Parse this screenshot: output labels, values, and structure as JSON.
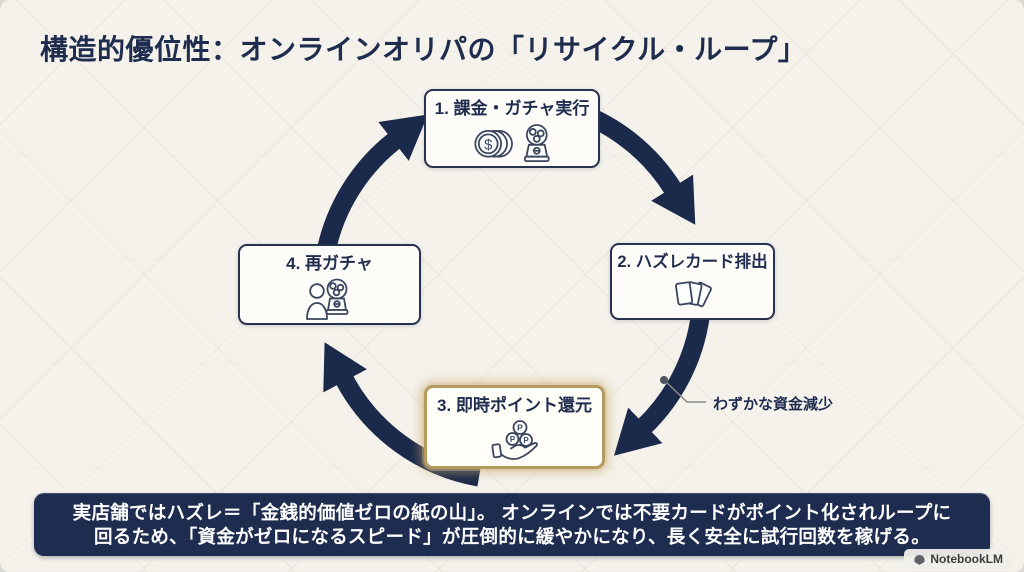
{
  "title": "構造的優位性：オンラインオリパの「リサイクル・ループ」",
  "cycle": {
    "direction": "clockwise",
    "steps": [
      {
        "label": "1. 課金・ガチャ実行",
        "icon": "coins-and-gacha-machine-icon",
        "highlighted": false
      },
      {
        "label": "2. ハズレカード排出",
        "icon": "trading-cards-icon",
        "highlighted": false
      },
      {
        "label": "3. 即時ポイント還元",
        "icon": "hand-with-point-coins-icon",
        "highlighted": true
      },
      {
        "label": "4. 再ガチャ",
        "icon": "person-with-gacha-machine-icon",
        "highlighted": false
      }
    ],
    "annotation": {
      "text": "わずかな資金減少",
      "attached_to": "arc-step2-to-step3"
    }
  },
  "banner": {
    "lines": [
      "実店舗ではハズレ＝「金銭的価値ゼロの紙の山」。 オンラインでは不要カードがポイント化されループに",
      "回るため、「資金がゼロになるスピード」が圧倒的に緩やかになり、長く安全に試行回数を稼げる。"
    ]
  },
  "watermark": {
    "label": "NotebookLM",
    "icon": "notebooklm-logo-icon"
  },
  "colors": {
    "navy": "#1b2a4a",
    "background": "#f5f2ec",
    "banner_bg": "#1d2c4f",
    "highlight_gold": "#b49a5f",
    "box_bg": "#fdfcf9",
    "banner_text": "#ffffff"
  }
}
